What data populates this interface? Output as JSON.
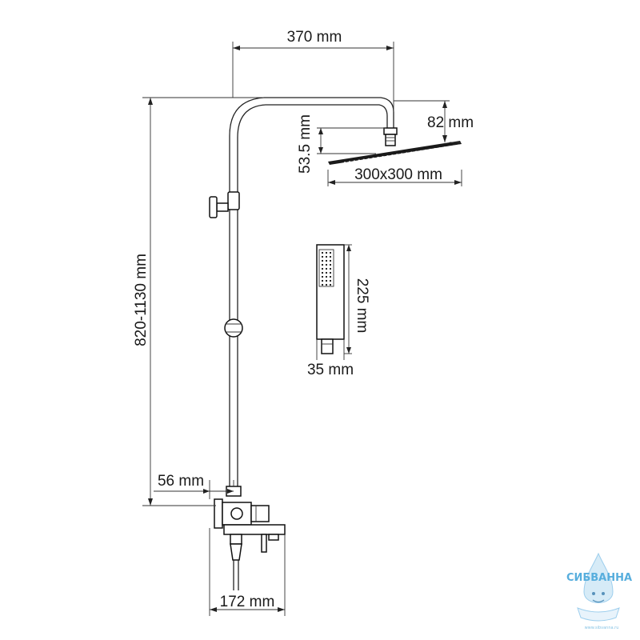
{
  "dimensions": {
    "arm_reach": "370 mm",
    "head_thickness": "82 mm",
    "head_drop": "53.5 mm",
    "head_size": "300x300 mm",
    "total_height": "820-1130 mm",
    "hand_shower_length": "225 mm",
    "hand_shower_width": "35 mm",
    "wall_offset": "56 mm",
    "mixer_depth": "172 mm"
  },
  "watermark": {
    "brand": "СИБВАННА",
    "site": "www.sibvanna.ru"
  },
  "colors": {
    "line": "#222222",
    "watermark": "#3aa0d8"
  }
}
